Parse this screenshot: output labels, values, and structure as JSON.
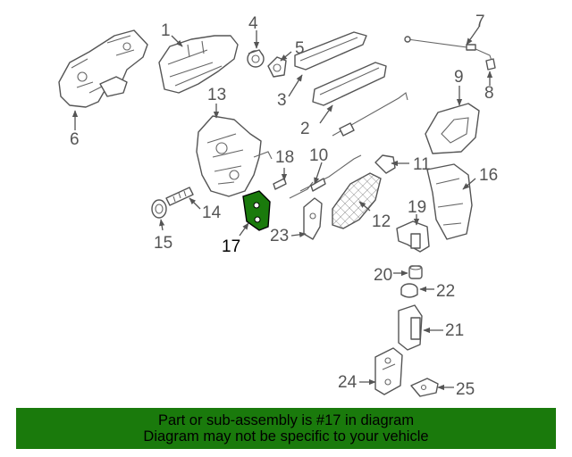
{
  "callouts": [
    "1",
    "2",
    "3",
    "4",
    "5",
    "6",
    "7",
    "8",
    "9",
    "10",
    "11",
    "12",
    "13",
    "14",
    "15",
    "16",
    "17",
    "18",
    "19",
    "20",
    "21",
    "22",
    "23",
    "24",
    "25"
  ],
  "highlight": {
    "part": "17",
    "color": "#1a7a0c"
  },
  "banner": {
    "line1": "Part or sub-assembly is #17 in diagram",
    "line2": "Diagram may not be specific to your vehicle",
    "background": "#1a7a0c"
  }
}
